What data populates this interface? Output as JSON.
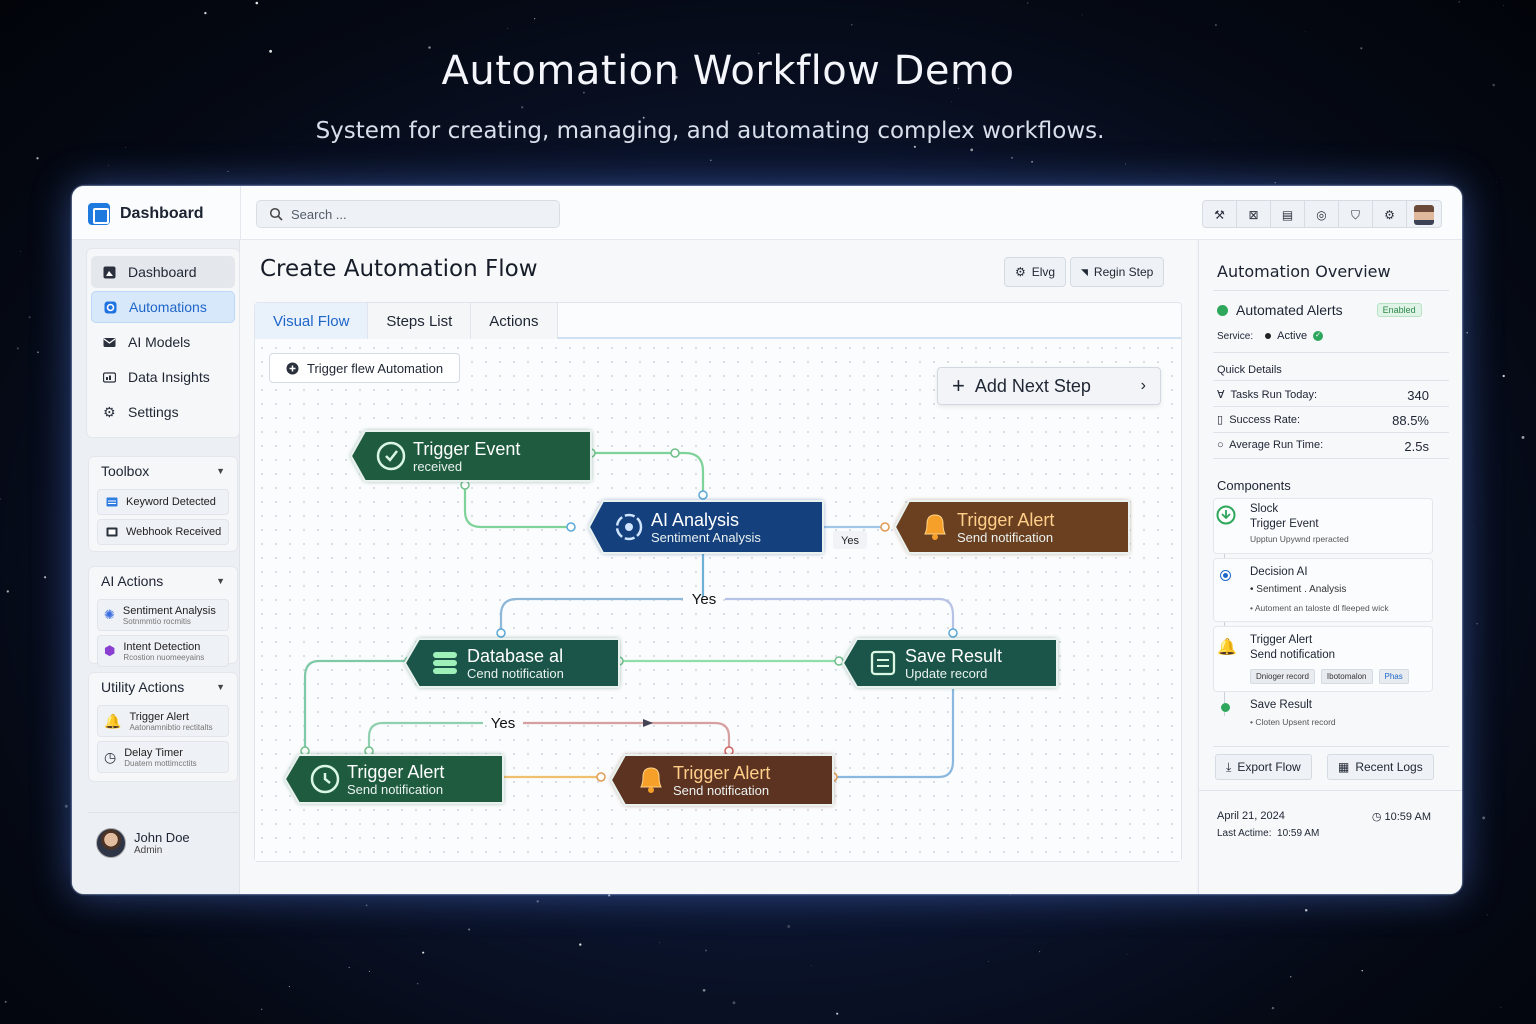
{
  "hero": {
    "title": "Automation Workflow Demo",
    "subtitle": "System for creating, managing, and automating complex workflows."
  },
  "topbar": {
    "brand": "Dashboard",
    "search_placeholder": "Search ...",
    "icons": [
      "wrench-icon",
      "close-box-icon",
      "layers-icon",
      "chat-icon",
      "shield-icon",
      "gear-icon",
      "user-avatar"
    ]
  },
  "sidebar": {
    "nav": [
      {
        "label": "Dashboard",
        "icon": "dashboard-icon"
      },
      {
        "label": "Automations",
        "icon": "automation-icon",
        "active": true
      },
      {
        "label": "AI Models",
        "icon": "mail-icon"
      },
      {
        "label": "Data Insights",
        "icon": "chart-icon"
      },
      {
        "label": "Settings",
        "icon": "gear-icon"
      }
    ],
    "toolbox": {
      "title": "Toolbox",
      "items": [
        "Keyword Detected",
        "Webhook Received"
      ]
    },
    "ai_actions": {
      "title": "AI Actions",
      "items": [
        {
          "label": "Sentiment Analysis",
          "sub": "Sotnmmtio rocmitis"
        },
        {
          "label": "Intent Detection",
          "sub": "Rcostion nuomeeyains"
        }
      ]
    },
    "utility_actions": {
      "title": "Utility Actions",
      "items": [
        {
          "label": "Trigger Alert",
          "sub": "Aatonamnibtio rectitalts"
        },
        {
          "label": "Delay Timer",
          "sub": "Duatem mottimcctits"
        }
      ]
    },
    "user": {
      "name": "John Doe",
      "role": "Admin"
    }
  },
  "main": {
    "title": "Create Automation Flow",
    "header_buttons": [
      "Elvg",
      "Regin Step"
    ],
    "tabs": [
      "Visual Flow",
      "Steps List",
      "Actions"
    ],
    "trigger_button": "Trigger flew Automation",
    "add_step": "Add Next Step",
    "nodes": [
      {
        "id": "n1",
        "title": "Trigger Event",
        "sub": "received",
        "color": "#1f5b3f"
      },
      {
        "id": "n2",
        "title": "AI Analysis",
        "sub": "Sentiment Analysis",
        "color": "#14407e"
      },
      {
        "id": "n3",
        "title": "Trigger Alert",
        "sub": "Send notification",
        "color": "#6b4020"
      },
      {
        "id": "n4",
        "title": "Database al",
        "sub": "Cend notification",
        "color": "#1b5448"
      },
      {
        "id": "n5",
        "title": "Save Result",
        "sub": "Update record",
        "color": "#1b5448"
      },
      {
        "id": "n6",
        "title": "Trigger Alert",
        "sub": "Send notification",
        "color": "#1f5b3f"
      },
      {
        "id": "n7",
        "title": "Trigger Alert",
        "sub": "Send notification",
        "color": "#5c3220"
      }
    ],
    "edge_labels": [
      "Yes",
      "Yes",
      "Yes"
    ]
  },
  "overview": {
    "title": "Automation Overview",
    "alerts_label": "Automated Alerts",
    "alerts_badge": "Enabled",
    "service_label": "Service:",
    "service_value": "Active",
    "quick_title": "Quick Details",
    "stats": [
      {
        "label": "Tasks Run Today:",
        "value": "340"
      },
      {
        "label": "Success Rate:",
        "value": "88.5%"
      },
      {
        "label": "Average Run Time:",
        "value": "2.5s"
      }
    ],
    "components_title": "Components",
    "components": [
      {
        "title": "Slock",
        "line2": "Trigger Event",
        "sub": "Upptun Upywnd rperacted"
      },
      {
        "title": "Decision AI",
        "line2": "• Sentiment . Analysis",
        "sub": "• Automent an taloste dl fleeped wick"
      },
      {
        "title": "Trigger Alert",
        "line2": "Send notification",
        "chips": [
          "Dnioger record",
          "Ibotomalon",
          "Phas"
        ]
      },
      {
        "title": "Save Result",
        "sub": "• Cloten Upsent record"
      }
    ],
    "buttons": [
      "Export Flow",
      "Recent Logs"
    ],
    "date": "April 21, 2024",
    "time": "10:59 AM",
    "last_label": "Last Actime:",
    "last_value": "10:59 AM"
  }
}
